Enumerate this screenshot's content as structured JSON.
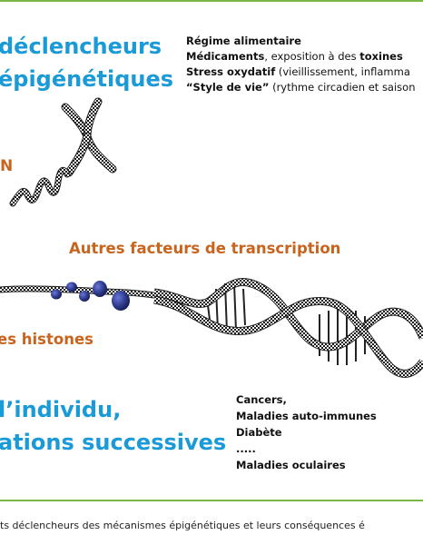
{
  "title": {
    "line1": "déclencheurs",
    "line2": "épigénétiques"
  },
  "factors": [
    {
      "bold": "Régime alimentaire",
      "rest": ""
    },
    {
      "bold": "Médicaments",
      "rest": ", exposition à des ",
      "bold2": "toxines"
    },
    {
      "bold": "Stress oxydatif",
      "rest": " (vieillissement, inflamma"
    },
    {
      "bold": "“Style de vie”",
      "rest": " (rythme circadien et saison"
    }
  ],
  "labels": {
    "n_fragment": "N",
    "transcription": "Autres facteurs de transcription",
    "histones": "es histones"
  },
  "bottom_title": {
    "line1": "l’individu,",
    "line2": "ations successives"
  },
  "diseases": [
    "Cancers,",
    "Maladies auto-immunes",
    "Diabète",
    ".....",
    "Maladies oculaires"
  ],
  "caption": "ts déclencheurs des mécanismes épigénétiques et leurs conséquences é",
  "colors": {
    "title_blue": "#1a9ad6",
    "label_orange": "#c8641e",
    "frame_green": "#7ab648",
    "histone_blue": "#2e3a8c"
  }
}
